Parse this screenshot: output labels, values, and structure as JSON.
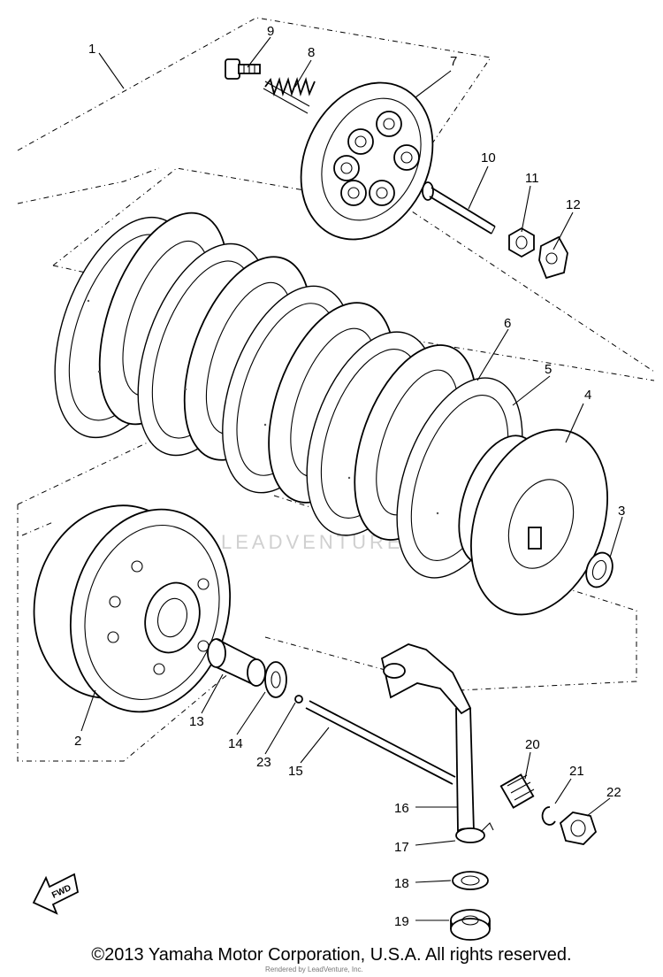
{
  "part_numbers": [
    "1",
    "2",
    "3",
    "4",
    "5",
    "6",
    "7",
    "8",
    "9",
    "10",
    "11",
    "12",
    "13",
    "14",
    "15",
    "16",
    "17",
    "18",
    "19",
    "20",
    "21",
    "22",
    "23"
  ],
  "fwd_label": "FWD",
  "watermark": "LEADVENTURE",
  "rendered_by": "Rendered by LeadVenture, Inc.",
  "copyright": "©2013 Yamaha Motor Corporation, U.S.A. All rights reserved."
}
